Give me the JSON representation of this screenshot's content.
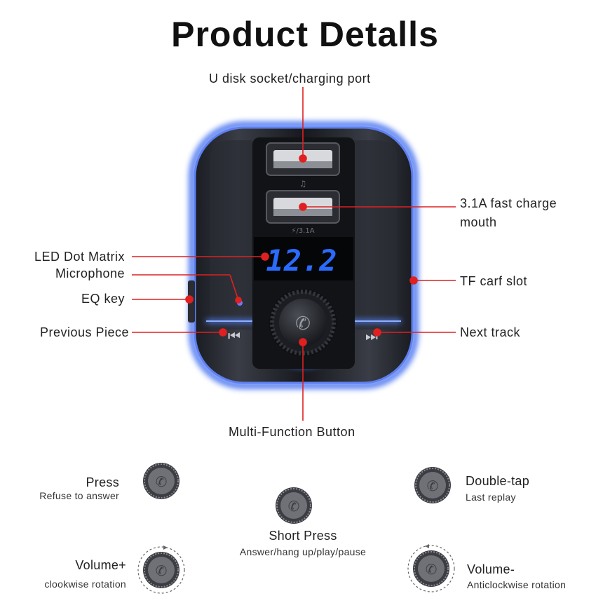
{
  "title": "Product Detalls",
  "callouts": {
    "usb_top": "U disk socket/charging port",
    "fast_charge_l1": "3.1A fast charge",
    "fast_charge_l2": "mouth",
    "led": "LED Dot Matrix",
    "mic": "Microphone",
    "eq": "EQ key",
    "prev": "Previous Piece",
    "tf": "TF carf slot",
    "next": "Next track",
    "multi": "Multi-Function Button"
  },
  "device": {
    "display_value": "12.2",
    "port_label": "⚡/3.1A",
    "accent_color": "#3f6df0",
    "callout_color": "#e02020"
  },
  "operations": {
    "press": {
      "title": "Press",
      "desc": "Refuse to answer"
    },
    "double_tap": {
      "title": "Double-tap",
      "desc": "Last replay"
    },
    "short_press": {
      "title": "Short Press",
      "desc": "Answer/hang up/play/pause"
    },
    "volume_up": {
      "title": "Volume+",
      "desc": "clookwise rotation"
    },
    "volume_down": {
      "title": "Volume-",
      "desc": "Anticlockwise rotation"
    }
  }
}
